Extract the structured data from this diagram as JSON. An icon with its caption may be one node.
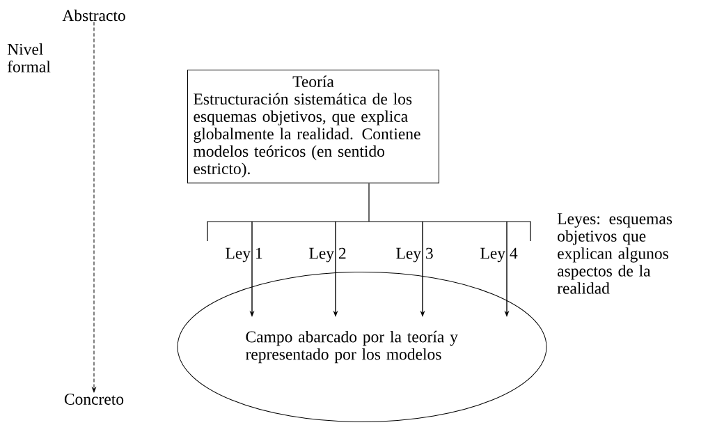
{
  "diagram": {
    "nodes": [
      {
        "text": [
          "Abstracto"
        ]
      },
      {
        "text": [
          "Concreto"
        ]
      },
      {
        "text": [
          "Teoría",
          "Estructuración sistemática de los esquemas objetivos, que explica globalmente la realidad. Contiene modelos teóricos (en sentido estricto)."
        ]
      },
      {
        "text": [
          "Campo abarcado por la teoría y representado por los modelos"
        ]
      },
      {
        "text": [
          "Ley 1"
        ]
      },
      {
        "text": [
          "Ley 2"
        ]
      },
      {
        "text": [
          "Ley 3"
        ]
      },
      {
        "text": [
          "Ley 4"
        ]
      }
    ],
    "edges": [
      {
        "from": 0,
        "to": 1,
        "arrow": "to",
        "style": "dashed"
      },
      {
        "from": 4,
        "to": 3,
        "arrow": "to"
      },
      {
        "from": 5,
        "to": 3,
        "arrow": "to"
      },
      {
        "from": 6,
        "to": 3,
        "arrow": "to"
      },
      {
        "from": 7,
        "to": 3,
        "arrow": "to"
      }
    ],
    "labels": [
      "Nivel formal",
      "Leyes: esquemas objetivos que explican algunos aspectos de la realidad"
    ]
  }
}
